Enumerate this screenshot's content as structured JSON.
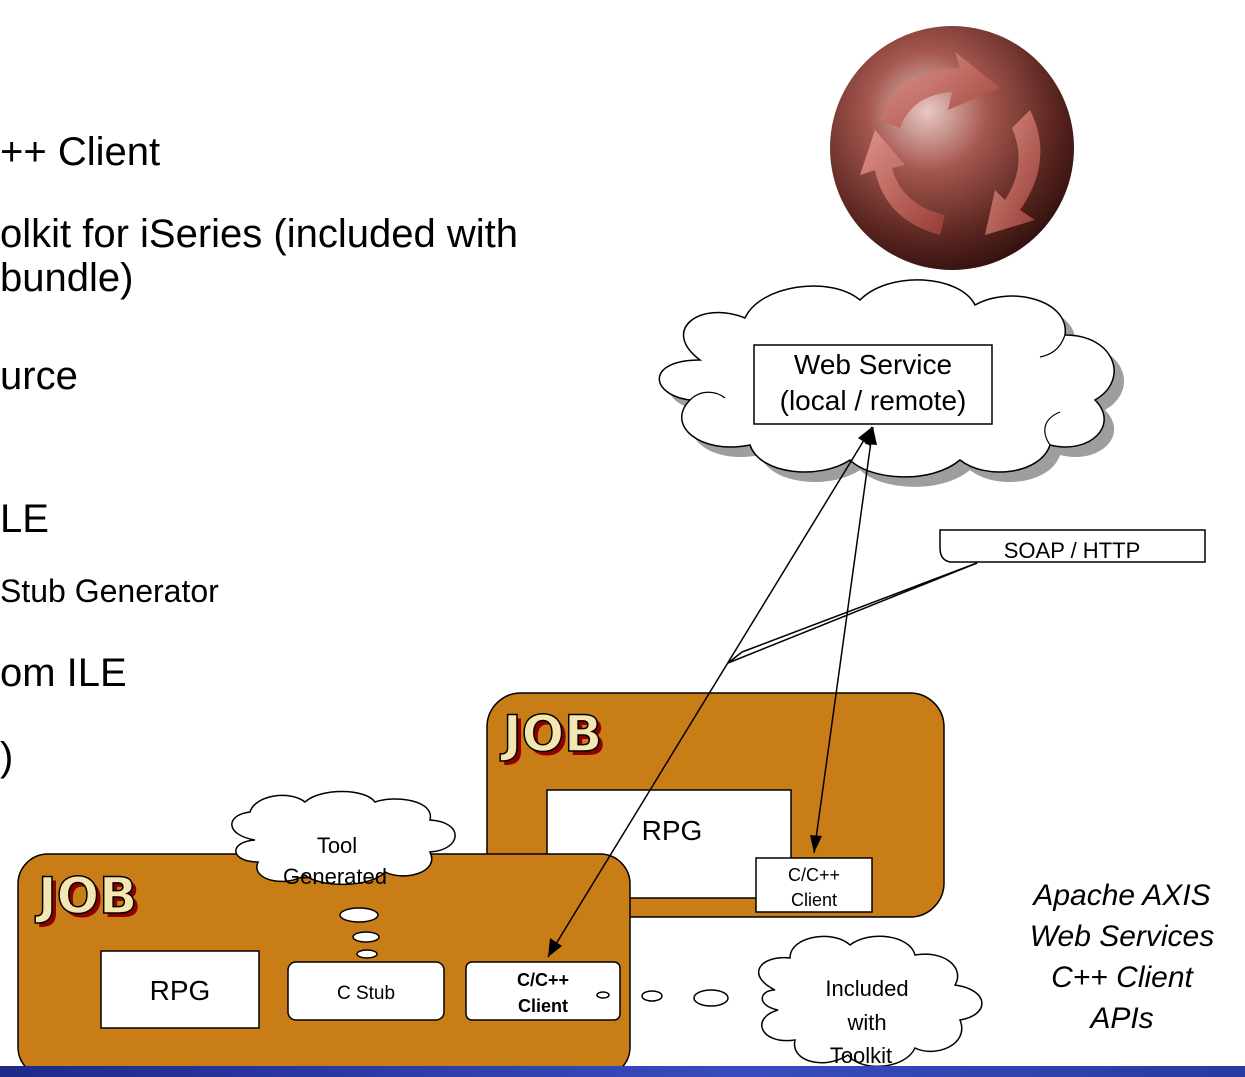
{
  "bullets": [
    "++ Client",
    "olkit for iSeries (included with",
    "bundle)",
    "urce",
    "LE",
    "Stub Generator",
    "om ILE",
    ")"
  ],
  "diagram": {
    "web_service_line1": "Web Service",
    "web_service_line2": "(local / remote)",
    "protocol_label": "SOAP / HTTP",
    "job_title": "JOB",
    "back_job": {
      "program": "RPG",
      "client_line1": "C/C++",
      "client_line2": "Client"
    },
    "front_job": {
      "program": "RPG",
      "stub": "C Stub",
      "client_line1": "C/C++",
      "client_line2": "Client"
    },
    "tool_bubble_line1": "Tool",
    "tool_bubble_line2": "Generated",
    "toolkit_bubble_line1": "Included",
    "toolkit_bubble_line2": "with",
    "toolkit_bubble_line3": "Toolkit"
  },
  "caption": [
    "Apache AXIS",
    "Web Services",
    "C++ Client",
    "APIs"
  ],
  "colors": {
    "job_fill": "#c97d17",
    "globe": "#6b2a25",
    "job_text": "#f4e6b0",
    "job_shadow": "#8b0000",
    "bottom_bar": "#2a3aa0"
  },
  "icons": [
    "globe-icon"
  ]
}
